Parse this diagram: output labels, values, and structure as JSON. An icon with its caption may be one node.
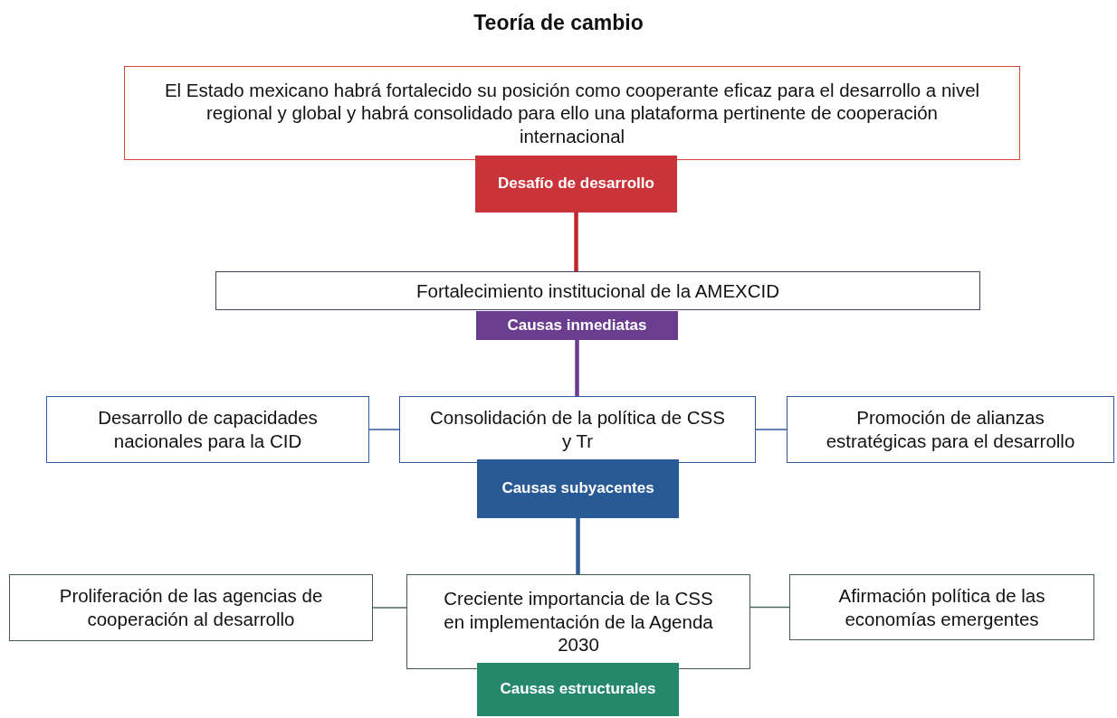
{
  "diagram": {
    "title": "Teoría de cambio",
    "nodes": [
      {
        "text": [
          "El Estado mexicano habrá fortalecido su posición como cooperante eficaz para el desarrollo a nivel regional y global y habrá consolidado para ello una plataforma pertinente de cooperación internacional"
        ]
      },
      {
        "text": [
          "Desafío de desarrollo"
        ]
      },
      {
        "text": [
          "Fortalecimiento institucional de la AMEXCID"
        ]
      },
      {
        "text": [
          "Causas inmediatas"
        ]
      },
      {
        "text": [
          "Desarrollo de capacidades nacionales para la CID"
        ]
      },
      {
        "text": [
          "Consolidación de la política de CSS y Tr"
        ]
      },
      {
        "text": [
          "Promoción de alianzas estratégicas para el desarrollo"
        ]
      },
      {
        "text": [
          "Causas subyacentes"
        ]
      },
      {
        "text": [
          "Proliferación de las agencias de cooperación al desarrollo"
        ]
      },
      {
        "text": [
          "Creciente importancia de la CSS en implementación de la Agenda 2030"
        ]
      },
      {
        "text": [
          "Afirmación política de las economías emergentes"
        ]
      },
      {
        "text": [
          "Causas estructurales"
        ]
      }
    ],
    "edges": [
      {
        "from": 1,
        "to": 2,
        "arrow": "none",
        "color": "#c0272d",
        "style": "thick"
      },
      {
        "from": 3,
        "to": 5,
        "arrow": "none",
        "color": "#6a3d8f",
        "style": "thick"
      },
      {
        "from": 4,
        "to": 5,
        "arrow": "none"
      },
      {
        "from": 5,
        "to": 6,
        "arrow": "none"
      },
      {
        "from": 7,
        "to": 9,
        "arrow": "none",
        "style": "thick"
      },
      {
        "from": 8,
        "to": 9,
        "arrow": "none",
        "color": "#4a6b5c"
      },
      {
        "from": 9,
        "to": 10,
        "arrow": "none",
        "color": "#4a6b5c"
      }
    ]
  }
}
